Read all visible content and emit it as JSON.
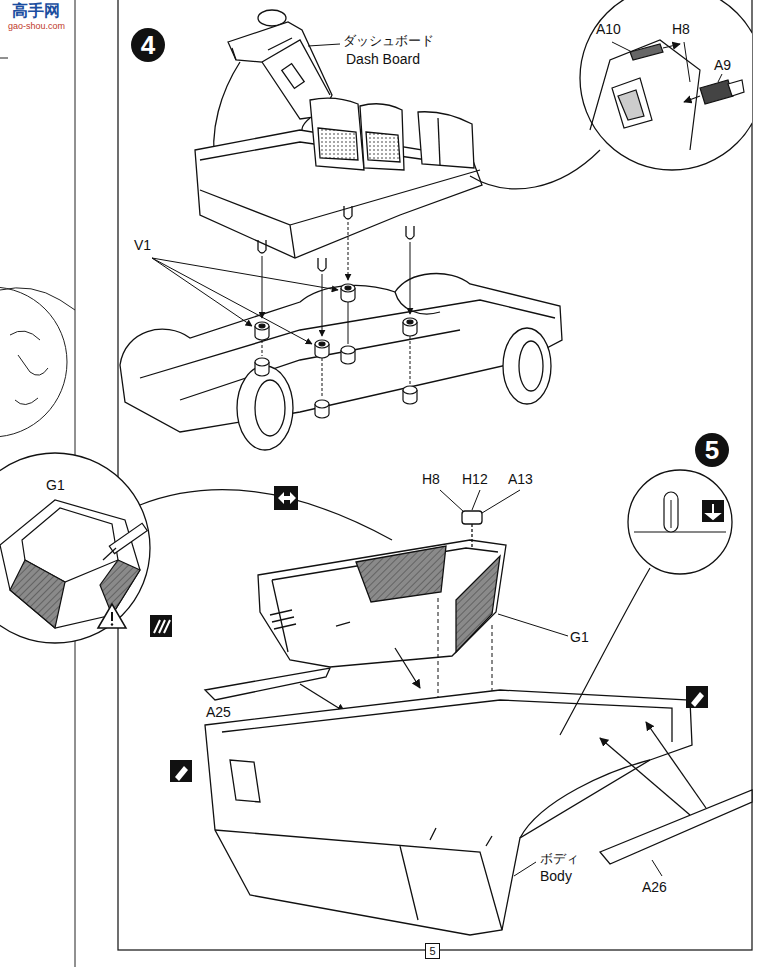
{
  "diagram": {
    "nodes": [
      {
        "text": [
          "4"
        ]
      },
      {
        "text": [
          "5"
        ]
      },
      {
        "text": [
          "5"
        ]
      }
    ],
    "labels": [
      "高手网",
      "gao-shou.com",
      "ダッシュボード",
      "Dash Board",
      "A10",
      "H8",
      "A9",
      "V1",
      "G1",
      "H8",
      "H12",
      "A13",
      "G1",
      "A25",
      "A26",
      "ボディ",
      "Body"
    ]
  }
}
